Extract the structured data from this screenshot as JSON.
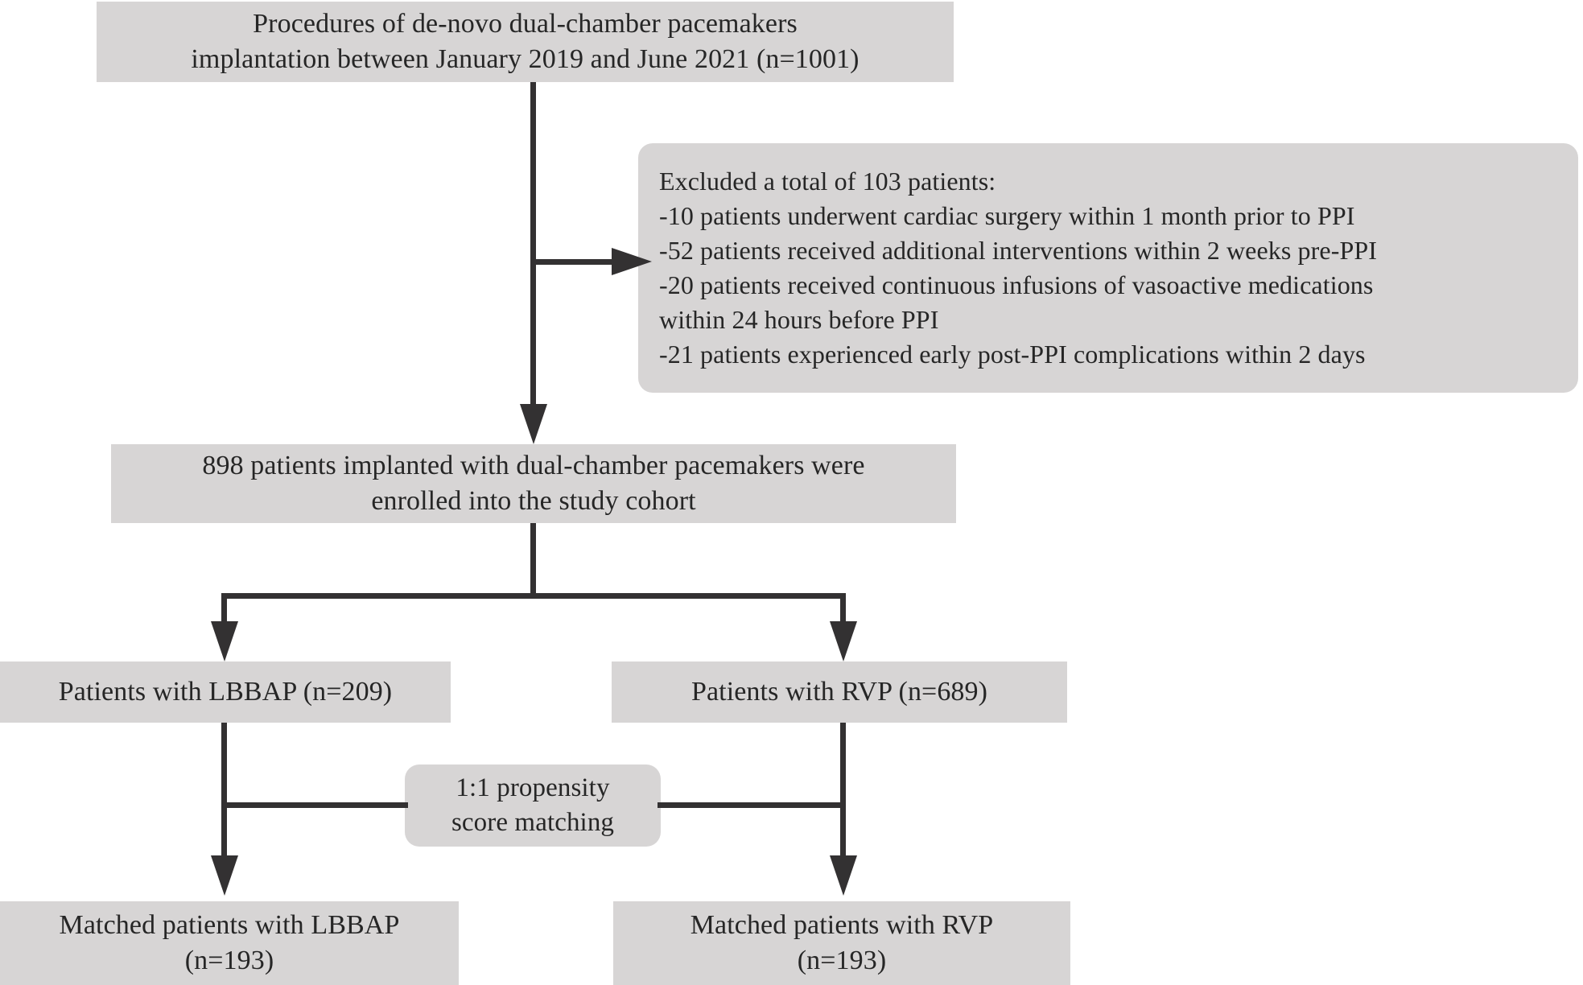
{
  "diagram": {
    "title": "Study participant flow diagram",
    "colors": {
      "node_fill": "#d7d5d5",
      "line": "#333132",
      "text": "#262626",
      "background": "#ffffff"
    },
    "nodes": {
      "cohort_source": {
        "label": "Procedures of de-novo dual-chamber pacemakers\nimplantation between January 2019 and June 2021 (n=1001)",
        "count": 1001
      },
      "exclusions": {
        "label": "Excluded a total of 103 patients:\n-10 patients underwent cardiac surgery within 1 month prior to PPI\n-52 patients received additional interventions within 2 weeks pre-PPI\n-20 patients received continuous infusions of vasoactive medications\nwithin 24 hours before PPI\n-21 patients experienced early post-PPI complications within 2 days",
        "total_excluded": 103,
        "reasons": [
          {
            "n": 10,
            "text": "patients underwent cardiac surgery within 1 month prior to PPI"
          },
          {
            "n": 52,
            "text": "patients received additional interventions within 2 weeks pre-PPI"
          },
          {
            "n": 20,
            "text": "patients received continuous infusions of vasoactive medications within 24 hours before PPI"
          },
          {
            "n": 21,
            "text": "patients experienced early post-PPI complications within 2 days"
          }
        ]
      },
      "enrolled": {
        "label": "898 patients implanted with dual-chamber pacemakers were\nenrolled into the study cohort",
        "count": 898
      },
      "lbbap": {
        "label": "Patients with LBBAP (n=209)",
        "count": 209
      },
      "rvp": {
        "label": "Patients with RVP (n=689)",
        "count": 689
      },
      "psm": {
        "label": "1:1 propensity\nscore matching",
        "ratio": "1:1"
      },
      "matched_lbbap": {
        "label": "Matched patients with LBBAP\n(n=193)",
        "count": 193
      },
      "matched_rvp": {
        "label": "Matched patients with RVP\n(n=193)",
        "count": 193
      }
    }
  }
}
